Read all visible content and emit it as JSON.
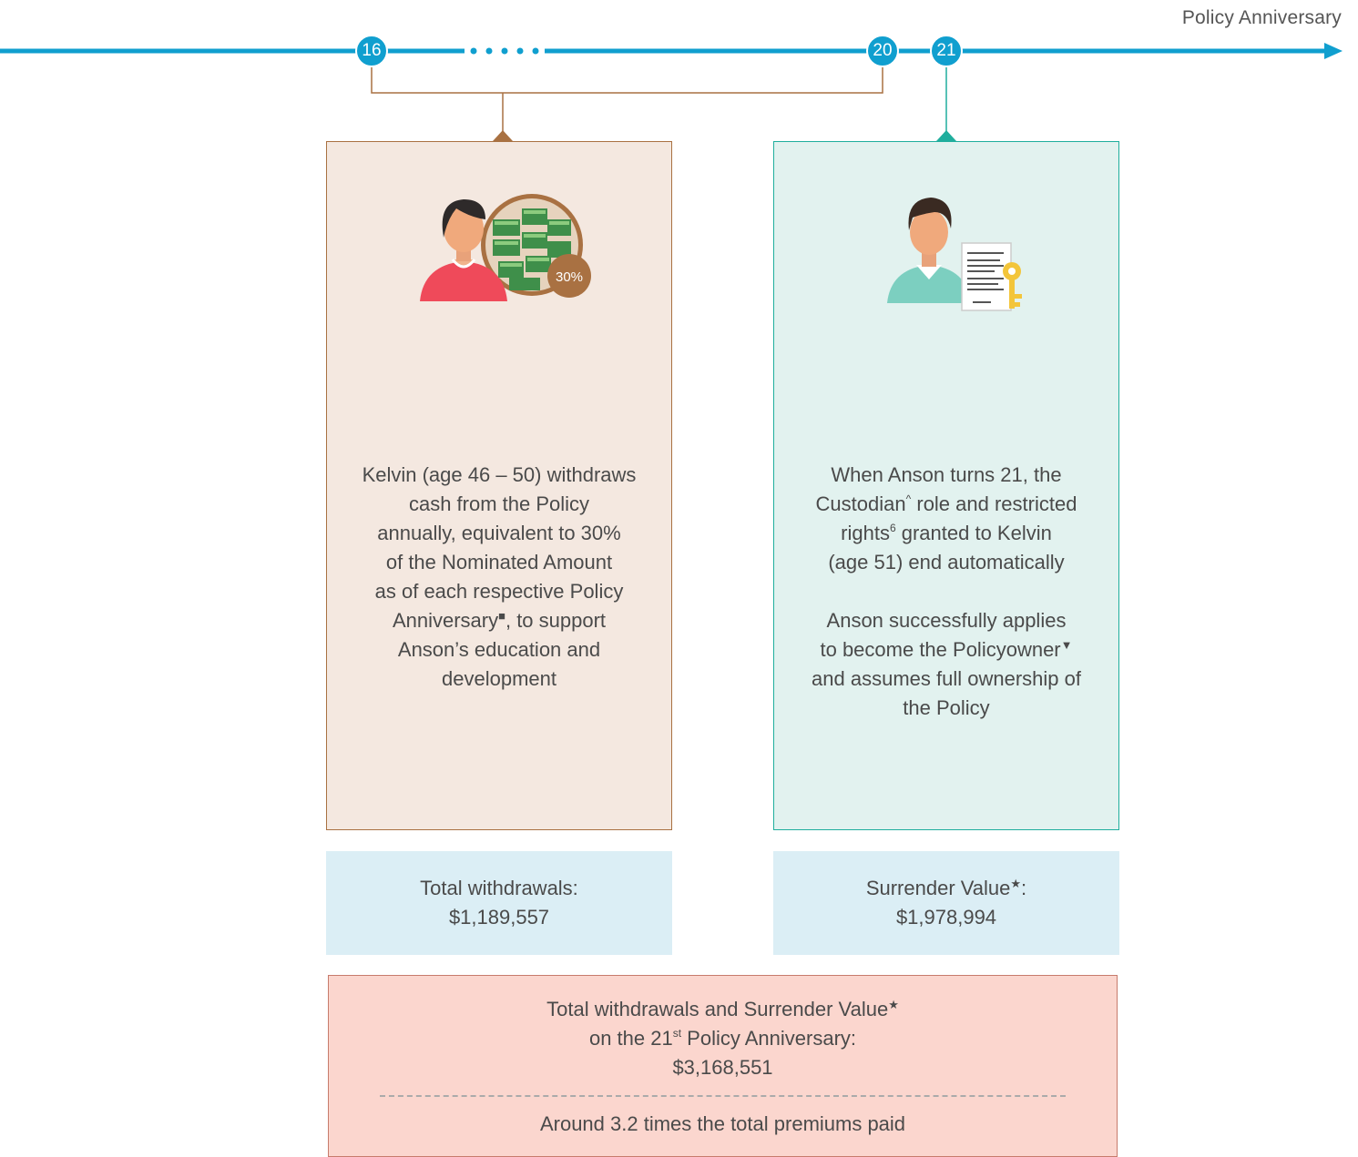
{
  "timeline": {
    "axis_label": "Policy Anniversary",
    "nodes": [
      "16",
      "20",
      "21"
    ]
  },
  "left_card": {
    "icon": "person-with-cash-icon",
    "badge": "30%",
    "lines": [
      "Kelvin (age 46 – 50) withdraws",
      "cash from the Policy",
      "annually, equivalent to 30%",
      "of the Nominated Amount",
      "as of each respective Policy",
      "Anniversary",
      "■",
      ", to support",
      "Anson’s education and",
      "development"
    ]
  },
  "right_card": {
    "icon": "person-with-document-key-icon",
    "lines": [
      "When Anson turns 21, the",
      "Custodian",
      "^",
      " role and restricted",
      "rights",
      "6",
      " granted to Kelvin",
      "(age 51) end automatically",
      "Anson successfully applies",
      "to become the Policyowner",
      "▼",
      "and assumes full ownership of",
      "the Policy"
    ]
  },
  "left_result": {
    "label": "Total withdrawals:",
    "value": "$1,189,557"
  },
  "right_result": {
    "label": "Surrender Value",
    "star": "★",
    "colon": ":",
    "value": "$1,978,994"
  },
  "summary": {
    "line1": "Total withdrawals and Surrender Value",
    "star": "★",
    "line2_pre": "on the 21",
    "line2_sup": "st",
    "line2_post": " Policy Anniversary:",
    "value": "$3,168,551",
    "footer": "Around 3.2 times the total premiums paid"
  },
  "colors": {
    "timeline": "#109fcf",
    "left_accent": "#a97142",
    "right_accent": "#1fae9d",
    "result_bg": "#dbeef5",
    "summary_bg": "#fbd6ce"
  }
}
